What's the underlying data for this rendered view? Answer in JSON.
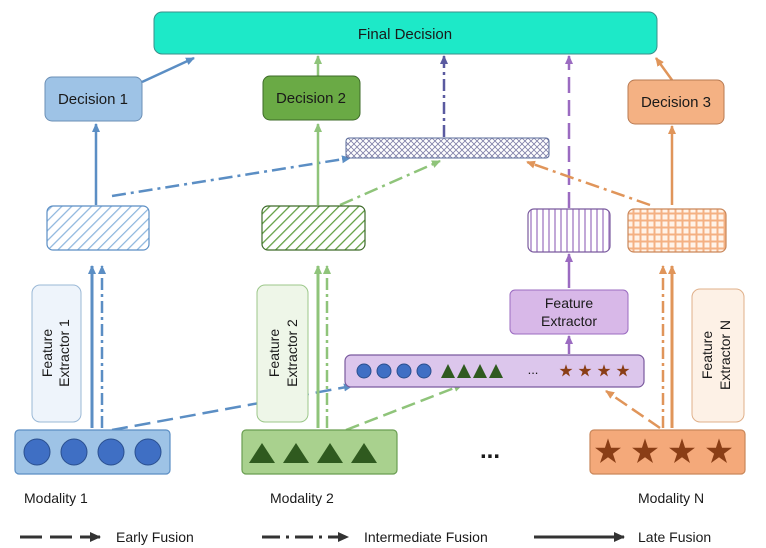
{
  "final_decision": {
    "label": "Final Decision",
    "color": "#1de9c8"
  },
  "decisions": [
    {
      "label": "Decision 1",
      "color": "#9ec3e6"
    },
    {
      "label": "Decision 2",
      "color": "#6aaa45"
    },
    {
      "label": "Decision 3",
      "color": "#f4b183"
    }
  ],
  "feature_extractors": [
    {
      "line1": "Feature",
      "line2": "Extractor 1"
    },
    {
      "line1": "Feature",
      "line2": "Extractor 2"
    },
    {
      "line1": "Feature",
      "line2": "Extractor N"
    }
  ],
  "central_extractor": {
    "line1": "Feature",
    "line2": "Extractor",
    "color": "#d8b8e8"
  },
  "fused_vector": {
    "ellipsis": "..."
  },
  "modality_ellipsis": "...",
  "modalities": [
    {
      "label": "Modality 1",
      "color": "#9ec3e6",
      "shape": "circle"
    },
    {
      "label": "Modality 2",
      "color": "#a9d18e",
      "shape": "triangle"
    },
    {
      "label": "Modality N",
      "color": "#f4a97a",
      "shape": "star"
    }
  ],
  "legend": {
    "early": "Early Fusion",
    "intermediate": "Intermediate  Fusion",
    "late": "Late  Fusion"
  },
  "colors": {
    "blue": "#5b8ec4",
    "green": "#8fc47a",
    "purple": "#9b6bc1",
    "orange": "#e0955a",
    "dark": "#333333"
  }
}
